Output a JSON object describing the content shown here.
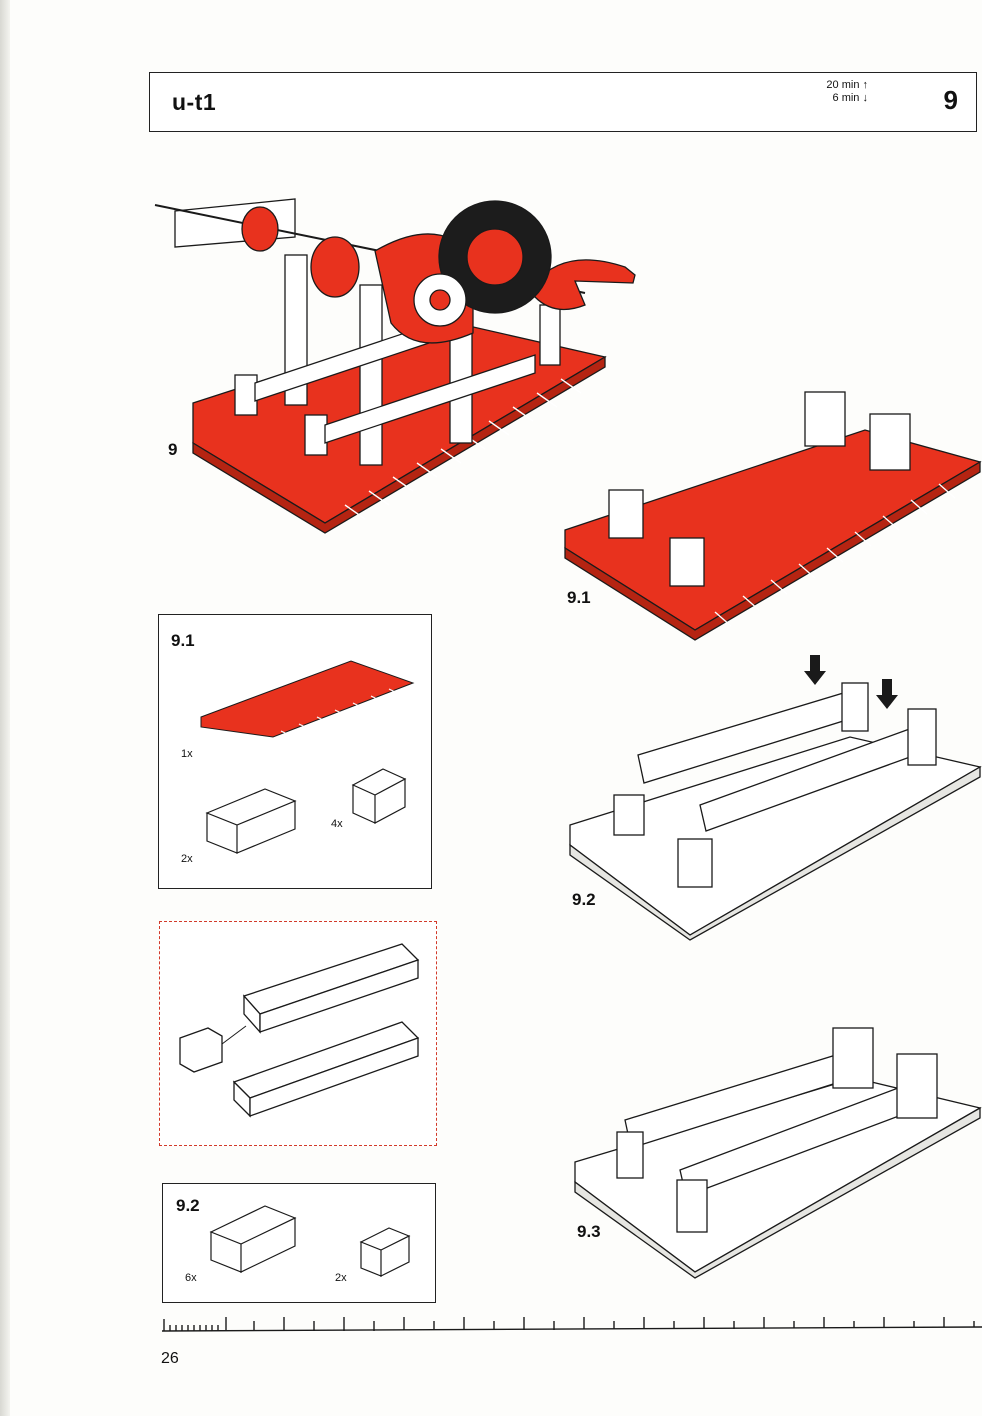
{
  "header": {
    "code": "u-t1",
    "time_up": "20 min ↑",
    "time_down": "6 min ↓",
    "step": "9"
  },
  "labels": {
    "main": "9",
    "step_91": "9.1",
    "step_92": "9.2",
    "step_93": "9.3"
  },
  "parts_91": {
    "title": "9.1",
    "plate_qty": "1x",
    "block_qty": "2x",
    "small_block_qty": "4x"
  },
  "parts_92": {
    "title": "9.2",
    "block_qty": "6x",
    "small_block_qty": "2x"
  },
  "page_number": "26",
  "colors": {
    "part_red": "#e8321e",
    "outline": "#1a1a1a",
    "dashed_frame": "#d23a2a"
  }
}
